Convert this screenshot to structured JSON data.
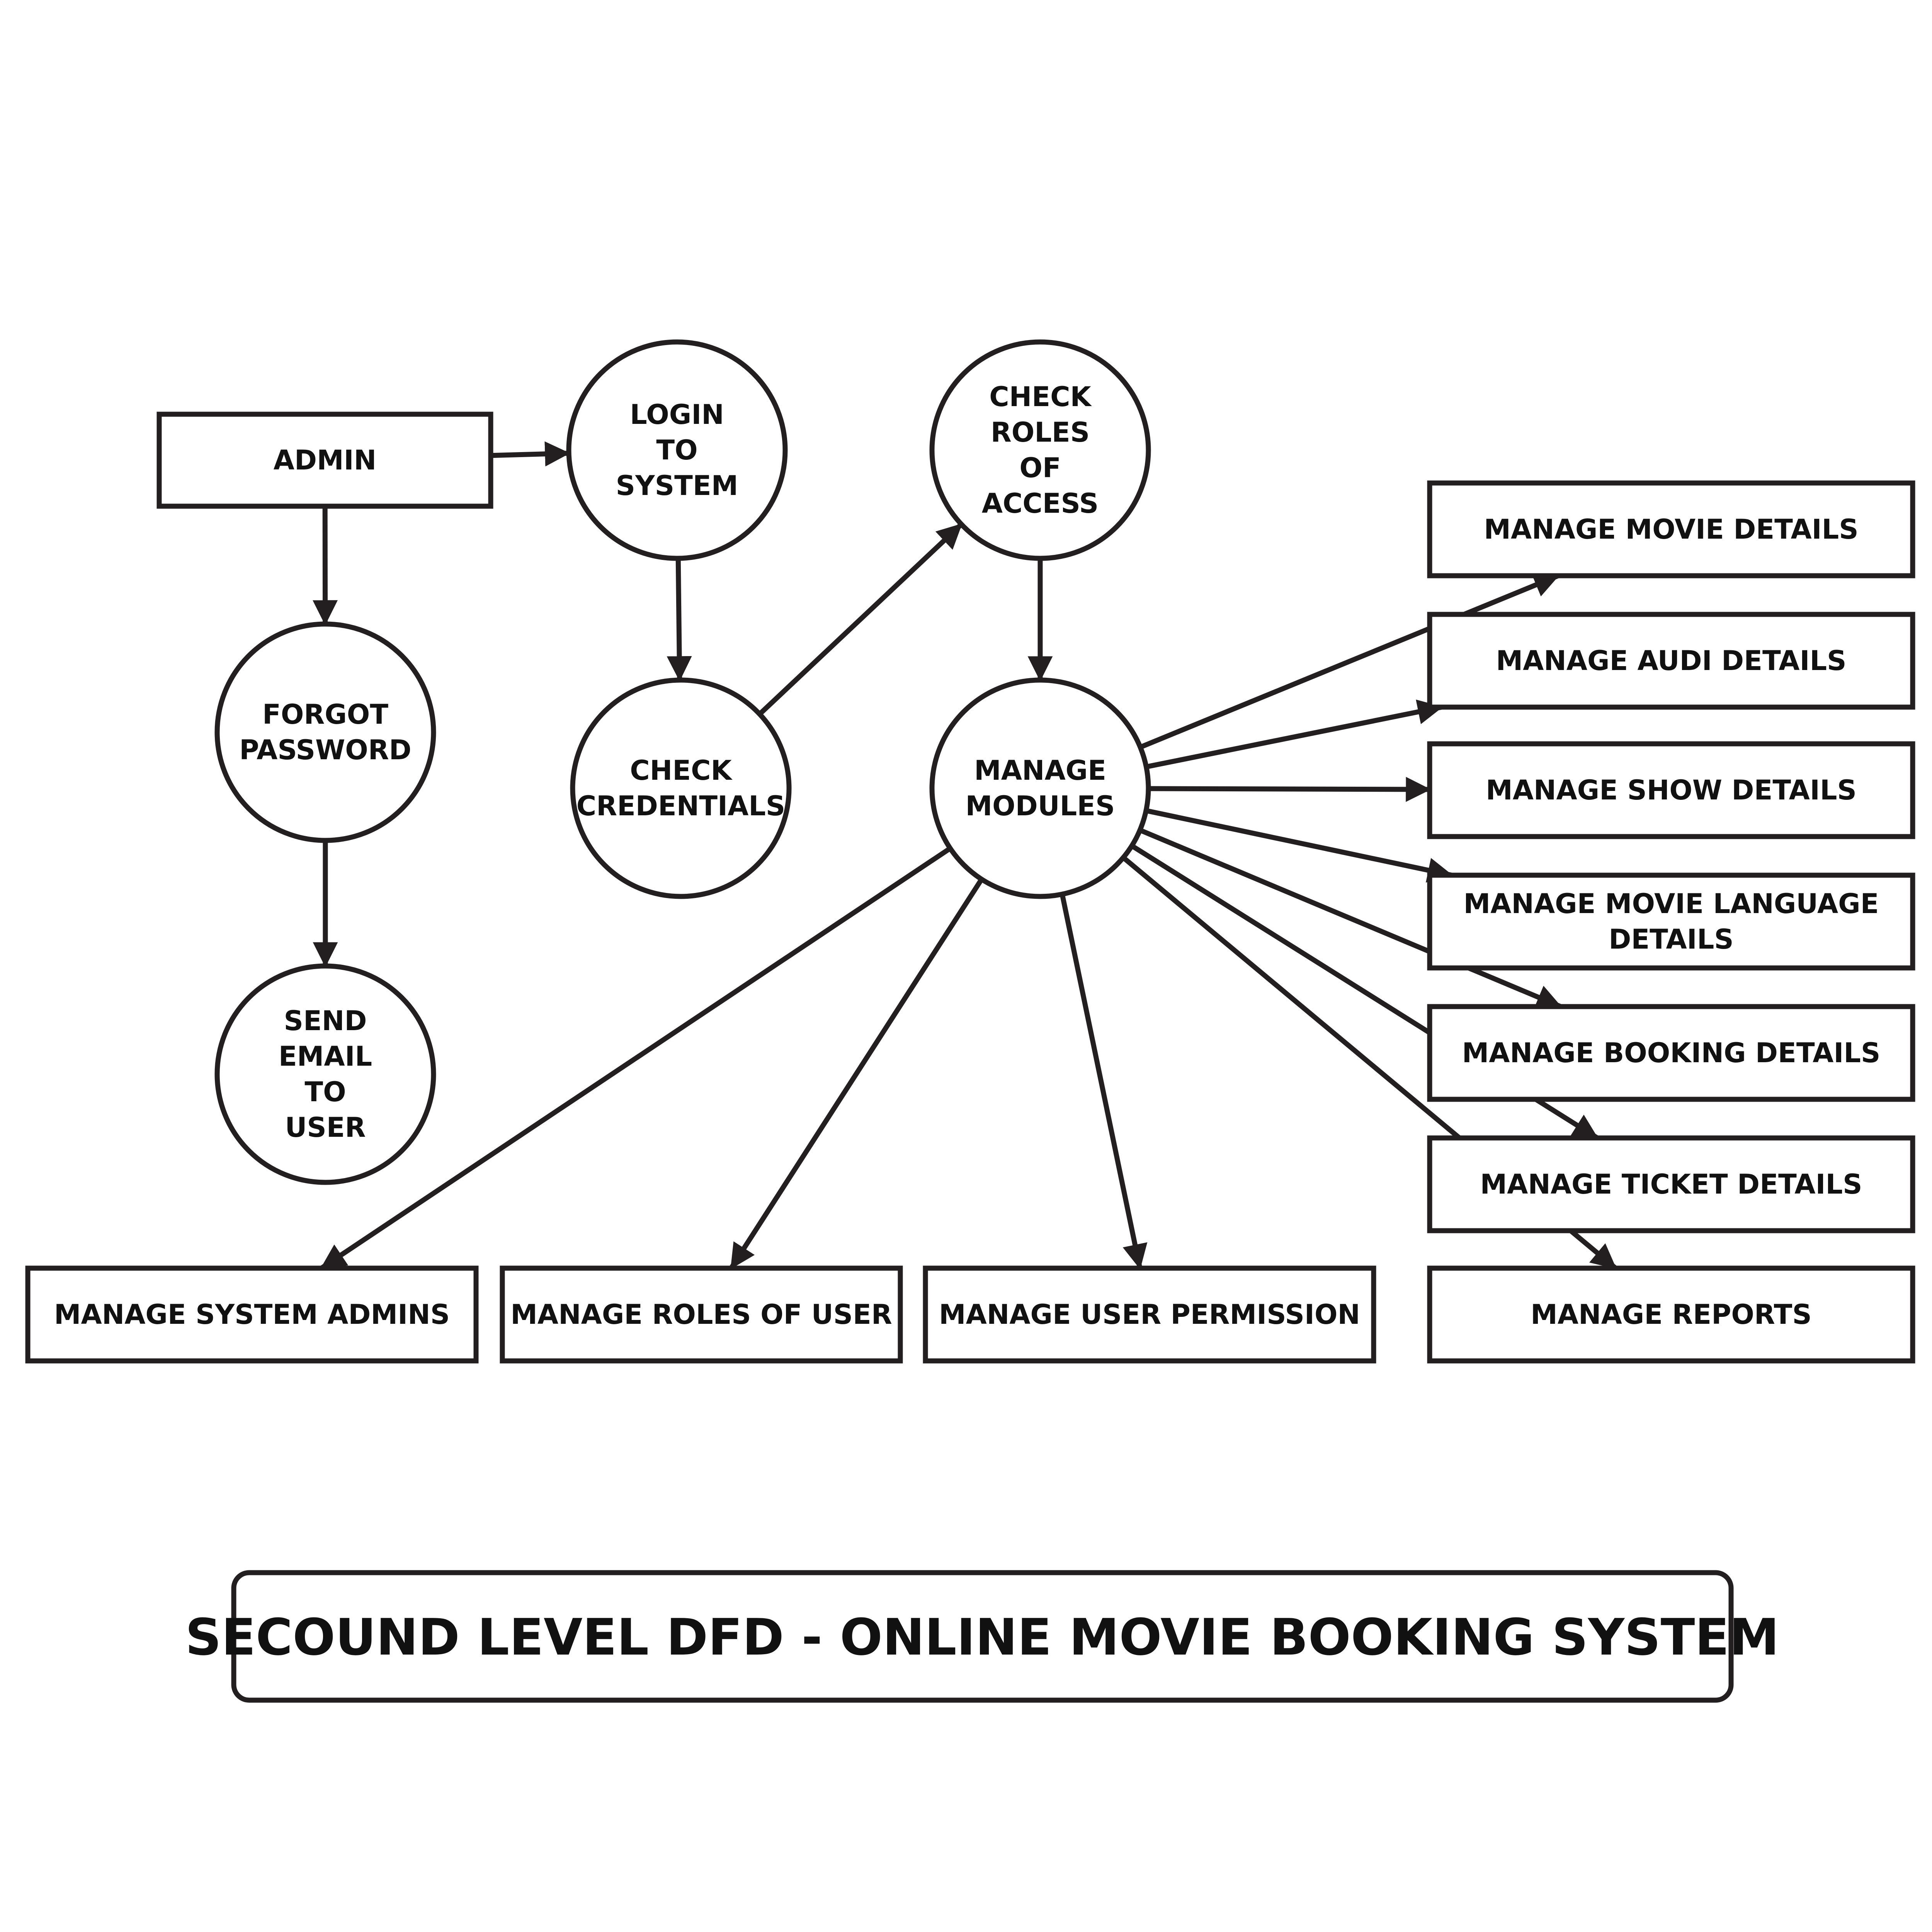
{
  "title": "SECOUND LEVEL DFD - ONLINE MOVIE BOOKING SYSTEM",
  "colors": {
    "stroke": "#231f20",
    "text": "#111111",
    "background": "#ffffff"
  },
  "nodes": {
    "admin": {
      "shape": "entity",
      "lines": [
        "ADMIN"
      ]
    },
    "login": {
      "shape": "process",
      "lines": [
        "LOGIN",
        "TO",
        "SYSTEM"
      ]
    },
    "check_roles": {
      "shape": "process",
      "lines": [
        "CHECK",
        "ROLES",
        "OF",
        "ACCESS"
      ]
    },
    "forgot": {
      "shape": "process",
      "lines": [
        "FORGOT",
        "PASSWORD"
      ]
    },
    "check_credentials": {
      "shape": "process",
      "lines": [
        "CHECK",
        "CREDENTIALS"
      ]
    },
    "manage_modules": {
      "shape": "process",
      "lines": [
        "MANAGE",
        "MODULES"
      ]
    },
    "send_email": {
      "shape": "process",
      "lines": [
        "SEND",
        "EMAIL",
        "TO",
        "USER"
      ]
    },
    "movie_details": {
      "shape": "entity",
      "lines": [
        "MANAGE MOVIE DETAILS"
      ]
    },
    "audi_details": {
      "shape": "entity",
      "lines": [
        "MANAGE AUDI DETAILS"
      ]
    },
    "show_details": {
      "shape": "entity",
      "lines": [
        "MANAGE SHOW DETAILS"
      ]
    },
    "language_details": {
      "shape": "entity",
      "lines": [
        "MANAGE MOVIE LANGUAGE",
        "DETAILS"
      ]
    },
    "booking_details": {
      "shape": "entity",
      "lines": [
        "MANAGE BOOKING DETAILS"
      ]
    },
    "ticket_details": {
      "shape": "entity",
      "lines": [
        "MANAGE TICKET DETAILS"
      ]
    },
    "reports": {
      "shape": "entity",
      "lines": [
        "MANAGE REPORTS"
      ]
    },
    "system_admins": {
      "shape": "entity",
      "lines": [
        "MANAGE SYSTEM ADMINS"
      ]
    },
    "roles_of_user": {
      "shape": "entity",
      "lines": [
        "MANAGE ROLES OF USER"
      ]
    },
    "user_permission": {
      "shape": "entity",
      "lines": [
        "MANAGE USER PERMISSION"
      ]
    }
  },
  "edges": [
    {
      "from": "admin",
      "to": "login"
    },
    {
      "from": "admin",
      "to": "forgot"
    },
    {
      "from": "forgot",
      "to": "send_email"
    },
    {
      "from": "login",
      "to": "check_credentials"
    },
    {
      "from": "check_credentials",
      "to": "check_roles"
    },
    {
      "from": "check_roles",
      "to": "manage_modules"
    },
    {
      "from": "manage_modules",
      "to": "movie_details"
    },
    {
      "from": "manage_modules",
      "to": "audi_details"
    },
    {
      "from": "manage_modules",
      "to": "show_details"
    },
    {
      "from": "manage_modules",
      "to": "language_details"
    },
    {
      "from": "manage_modules",
      "to": "booking_details"
    },
    {
      "from": "manage_modules",
      "to": "ticket_details"
    },
    {
      "from": "manage_modules",
      "to": "reports"
    },
    {
      "from": "manage_modules",
      "to": "system_admins"
    },
    {
      "from": "manage_modules",
      "to": "roles_of_user"
    },
    {
      "from": "manage_modules",
      "to": "user_permission"
    }
  ]
}
